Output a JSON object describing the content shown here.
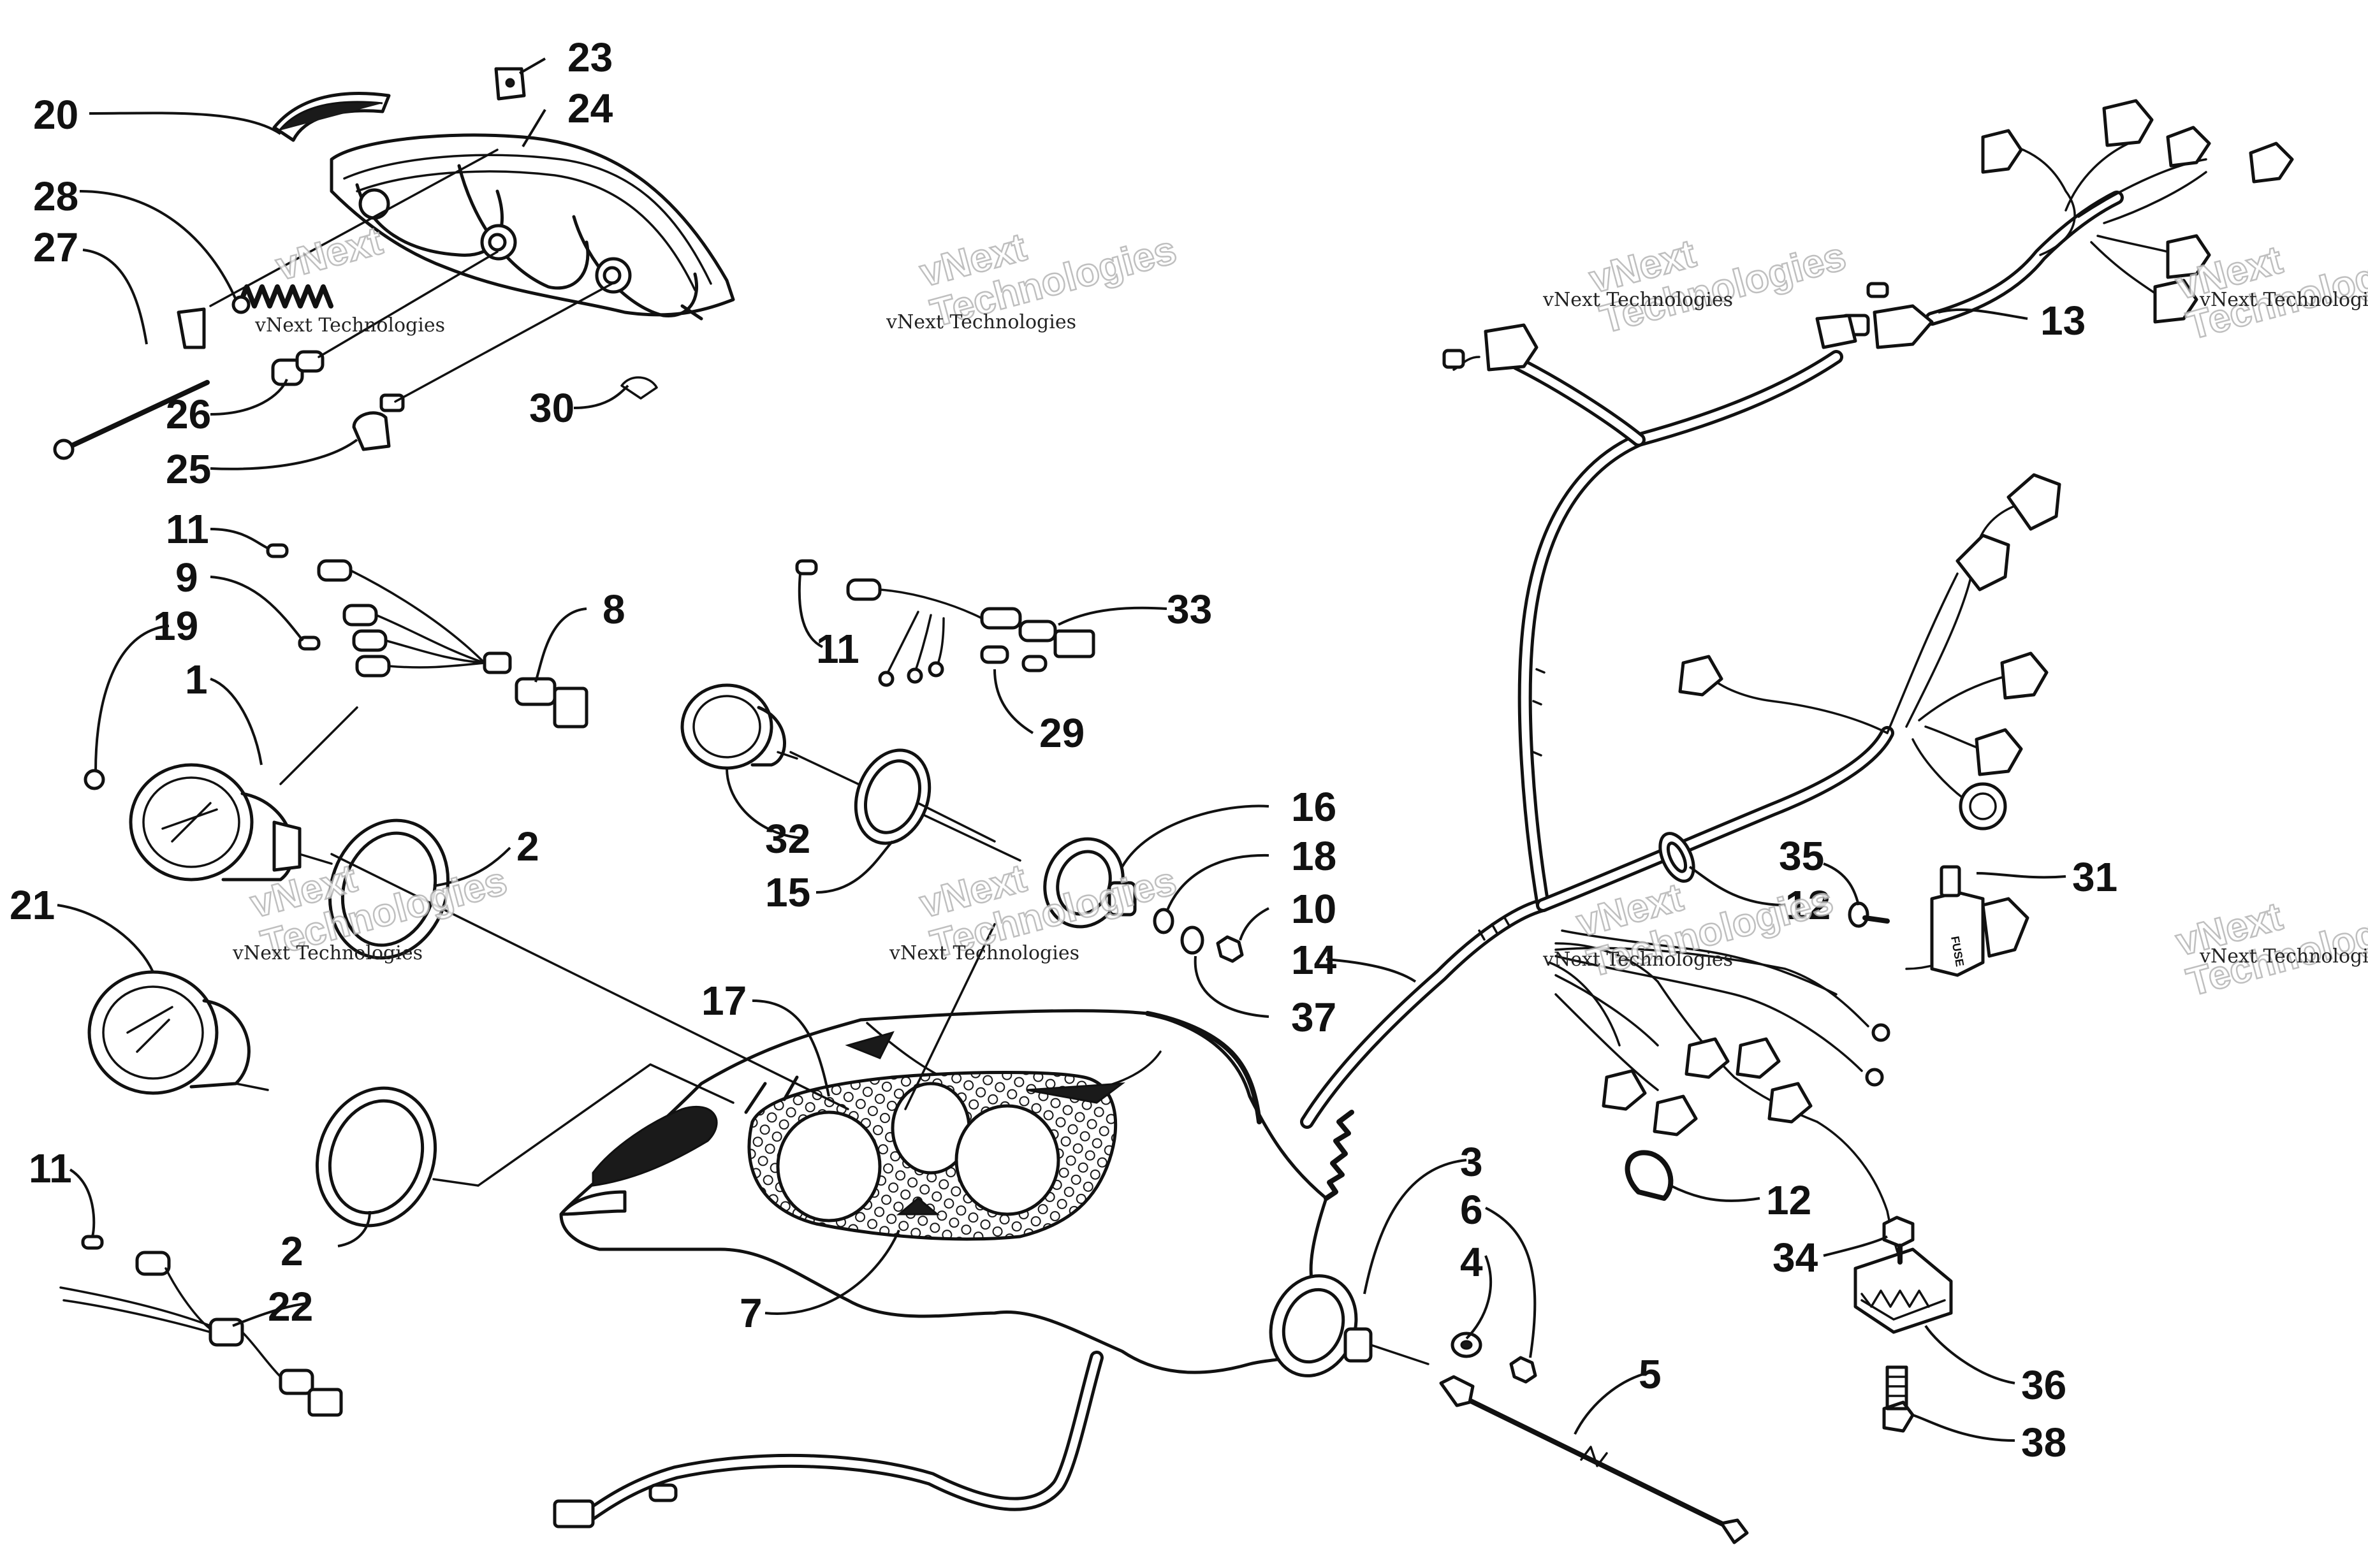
{
  "diagram": {
    "type": "exploded-parts-diagram",
    "colors": {
      "ink": "#111111",
      "paper": "#ffffff",
      "watermark_outline": "#b5b5b5"
    },
    "watermarks": [
      {
        "small": "vNext Technologies",
        "big": "vNext"
      },
      {
        "small": "vNext Technologies",
        "big": "vNext\nTechnologies"
      },
      {
        "small": "vNext Technologies",
        "big": "vNext\nTechnologies"
      },
      {
        "small": "vNext Technologies",
        "big": "vNext\nTechnologies"
      },
      {
        "small": "vNext Technologies",
        "big": "vNext\nTechnologies"
      },
      {
        "small": "vNext Technologies",
        "big": "vNext\nTechnologies"
      },
      {
        "small": "vNext Technologies",
        "big": "vNext\nTechnologies"
      },
      {
        "small": "vNext Technologies",
        "big": "vNext\nTechnologies"
      }
    ],
    "callouts": [
      "20",
      "23",
      "24",
      "28",
      "27",
      "26",
      "25",
      "30",
      "11",
      "9",
      "8",
      "19",
      "1",
      "2",
      "21",
      "11",
      "2",
      "22",
      "11",
      "33",
      "29",
      "32",
      "15",
      "16",
      "18",
      "10",
      "37",
      "14",
      "17",
      "7",
      "3",
      "6",
      "4",
      "5",
      "13",
      "35",
      "31",
      "12",
      "12",
      "34",
      "36",
      "38"
    ],
    "part_labels": {
      "fuse_holder": "FUSE"
    }
  }
}
